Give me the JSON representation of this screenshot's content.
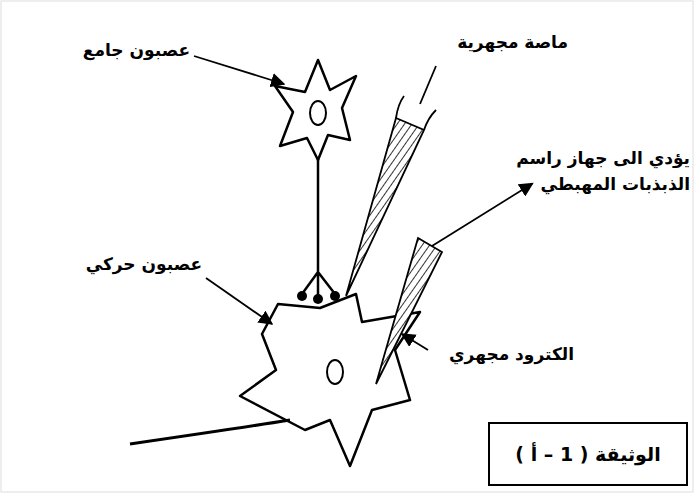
{
  "diagram": {
    "nodes": [
      {
        "text": [
          "الوثيقة ( 1 – أ )"
        ]
      }
    ],
    "labels": [
      "ماصة مجهرية",
      "عصبون جامع",
      "يؤدي الى جهاز راسم الذبذبات المهبطي",
      "عصبون حركي",
      "الكترود مجهري"
    ]
  }
}
